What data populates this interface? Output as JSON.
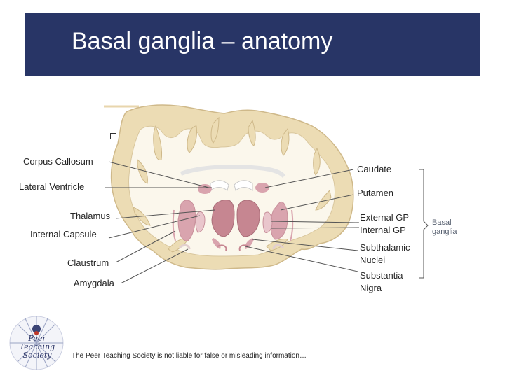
{
  "title": "Basal ganglia – anatomy",
  "labels_left": {
    "corpus_callosum": "Corpus Callosum",
    "lateral_ventricle": "Lateral Ventricle",
    "thalamus": "Thalamus",
    "internal_capsule": "Internal Capsule",
    "claustrum": "Claustrum",
    "amygdala": "Amygdala"
  },
  "labels_right": {
    "caudate": "Caudate",
    "putamen": "Putamen",
    "external_gp": "External GP",
    "internal_gp": "Internal GP",
    "subthalamic_1": "Subthalamic",
    "subthalamic_2": "Nuclei",
    "substantia_1": "Substantia",
    "substantia_2": "Nigra"
  },
  "group_label": {
    "line1": "Basal",
    "line2": "ganglia"
  },
  "logo_text": {
    "line1": "Peer Teaching",
    "line2": "Society"
  },
  "footer": "The Peer Teaching Society is not liable for false or misleading information…",
  "colors": {
    "banner": "#283566",
    "gray_matter": "#ecdcb4",
    "white_matter": "#fbf7ec",
    "nuclei": "#d9a4ae",
    "thalamus": "#c68691",
    "leader_line": "#555555"
  }
}
